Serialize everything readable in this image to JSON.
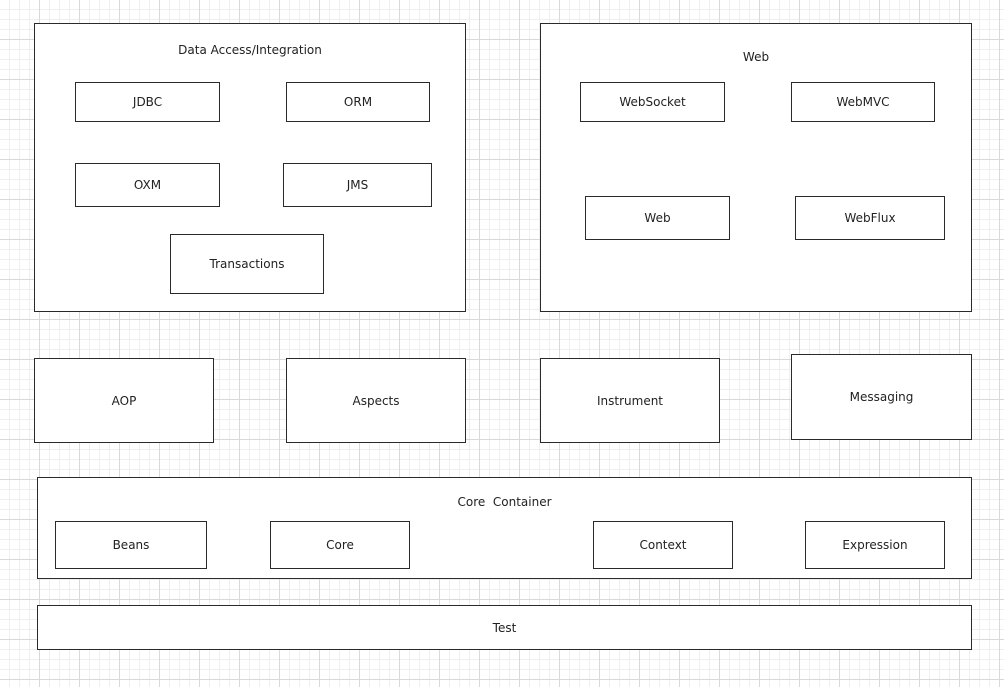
{
  "data_access": {
    "title": "Data Access/Integration",
    "jdbc": "JDBC",
    "orm": "ORM",
    "oxm": "OXM",
    "jms": "JMS",
    "transactions": "Transactions"
  },
  "web": {
    "title": "Web",
    "websocket": "WebSocket",
    "webmvc": "WebMVC",
    "web": "Web",
    "webflux": "WebFlux"
  },
  "middle": {
    "aop": "AOP",
    "aspects": "Aspects",
    "instrument": "Instrument",
    "messaging": "Messaging"
  },
  "core_container": {
    "title": "Core  Container",
    "beans": "Beans",
    "core": "Core",
    "context": "Context",
    "expression": "Expression"
  },
  "test": {
    "label": "Test"
  }
}
